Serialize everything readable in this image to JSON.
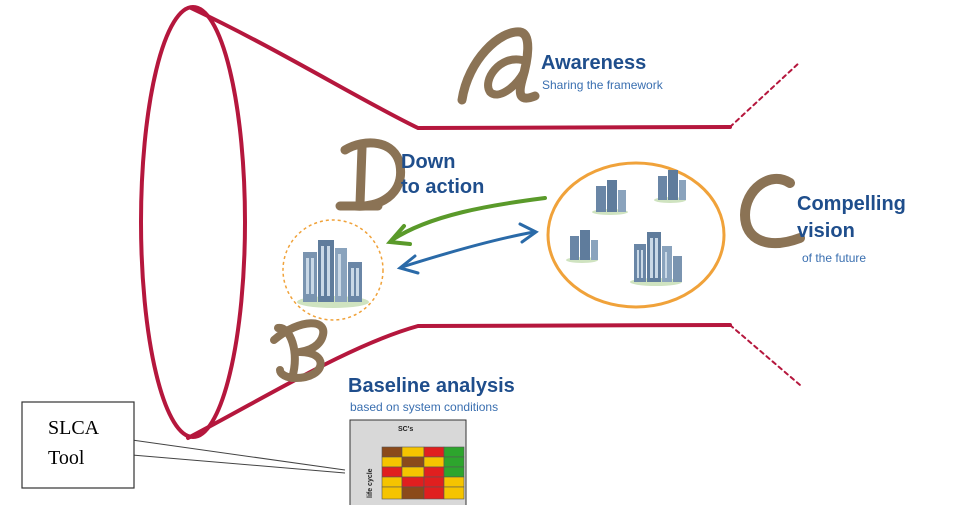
{
  "colors": {
    "funnel": "#b5173d",
    "heading": "#1f4e8c",
    "subtext": "#3a6fb0",
    "letter": "#8b7355",
    "circle": "#f0a23a",
    "arrow_green": "#5a9a2a",
    "arrow_blue": "#2a6aa8"
  },
  "steps": {
    "a": {
      "letter": "a",
      "title": "Awareness",
      "subtitle": "Sharing the framework"
    },
    "b": {
      "letter": "B",
      "title": "Baseline analysis",
      "subtitle": "based on system conditions"
    },
    "c": {
      "letter": "C",
      "title_line1": "Compelling",
      "title_line2": "vision",
      "subtitle": "of the future"
    },
    "d": {
      "letter": "D",
      "title_line1": "Down",
      "title_line2": "to action"
    }
  },
  "icons": {
    "present_city": "city-buildings-icon",
    "future_city": "city-buildings-icon"
  },
  "matrix": {
    "column_header": "SC's",
    "row_header": "life cycle"
  },
  "callout": {
    "line1": "SLCA",
    "line2": "Tool"
  }
}
